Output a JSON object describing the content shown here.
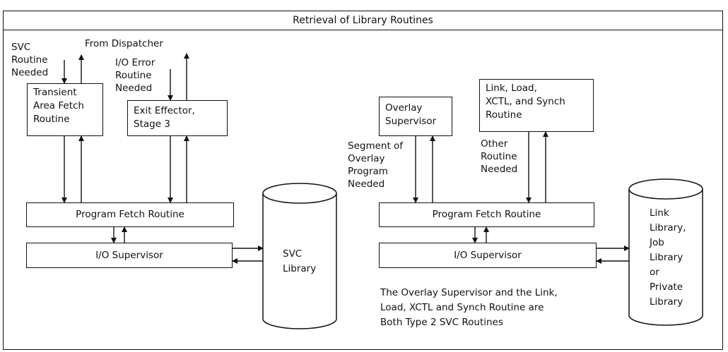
{
  "title": "Retrieval of Library Routines",
  "left_panel": {
    "input_svc": "SVC\nRoutine\nNeeded",
    "from_dispatcher": "From Dispatcher",
    "input_io_error": "I/O Error\nRoutine\nNeeded",
    "transient_fetch": "Transient\nArea Fetch\nRoutine",
    "exit_effector": "Exit Effector,\nStage 3",
    "program_fetch": "Program Fetch Routine",
    "io_supervisor": "I/O Supervisor",
    "library": "SVC\nLibrary"
  },
  "right_panel": {
    "overlay_supervisor": "Overlay\nSupervisor",
    "link_load": "Link, Load,\nXCTL, and Synch\nRoutine",
    "segment_needed": "Segment of\nOverlay\nProgram\nNeeded",
    "other_needed": "Other\nRoutine\nNeeded",
    "program_fetch": "Program Fetch Routine",
    "io_supervisor": "I/O Supervisor",
    "library": "Link\nLibrary,\nJob\nLibrary\nor\nPrivate\nLibrary",
    "note": "The Overlay Supervisor and the Link,\nLoad, XCTL and Synch Routine are\nBoth Type 2 SVC Routines"
  }
}
